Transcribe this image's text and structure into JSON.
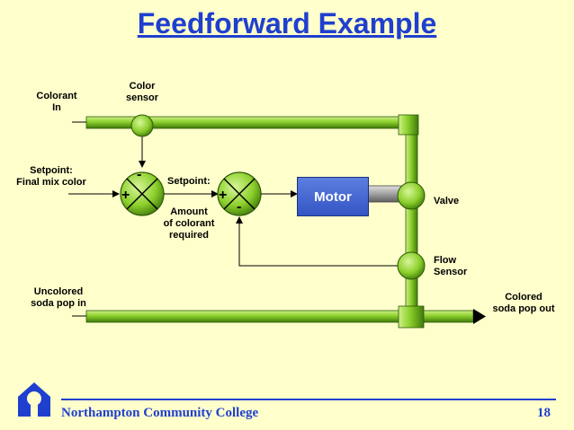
{
  "title": "Feedforward Example",
  "labels": {
    "colorant_in": "Colorant\nIn",
    "color_sensor": "Color\nsensor",
    "setpoint_final": "Setpoint:\nFinal mix color",
    "setpoint2": "Setpoint:",
    "amount": "Amount\nof colorant\nrequired",
    "motor": "Motor",
    "valve": "Valve",
    "flow_sensor": "Flow\nSensor",
    "uncolored": "Uncolored\nsoda pop in",
    "colored": "Colored\nsoda pop out",
    "sum1_minus": "-",
    "sum1_plus": "+",
    "sum2_plus": "+",
    "sum2_minus": "-"
  },
  "colors": {
    "pipe": "#8CD02C",
    "accent": "#1F3FCF",
    "background": "#FFFFCC"
  },
  "footer": {
    "college": "Northampton Community College",
    "page": "18"
  }
}
